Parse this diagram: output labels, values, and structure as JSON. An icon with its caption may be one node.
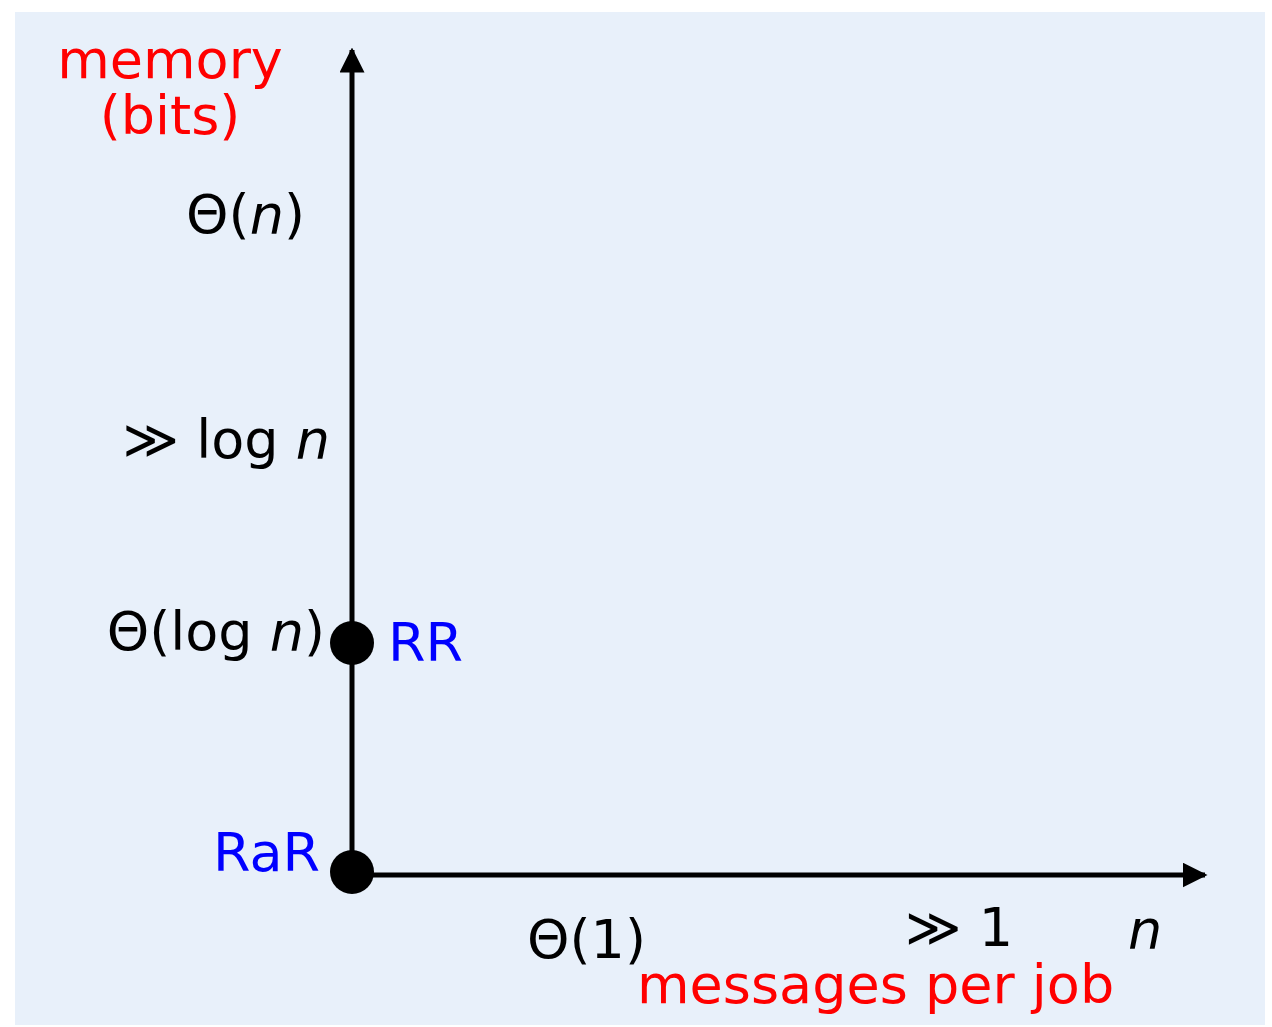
{
  "diagram": {
    "nodes": [
      {
        "text": [],
        "shape": "circle",
        "beside": [
          "RR"
        ]
      },
      {
        "text": [],
        "shape": "circle",
        "beside": [
          "RaR"
        ]
      }
    ],
    "labels": [
      "memory (bits)",
      "Θ(*n*)",
      "≫ log *n*",
      "Θ(log *n*)",
      "Θ(1)",
      "≫ 1",
      "*n*",
      "messages per job"
    ]
  }
}
